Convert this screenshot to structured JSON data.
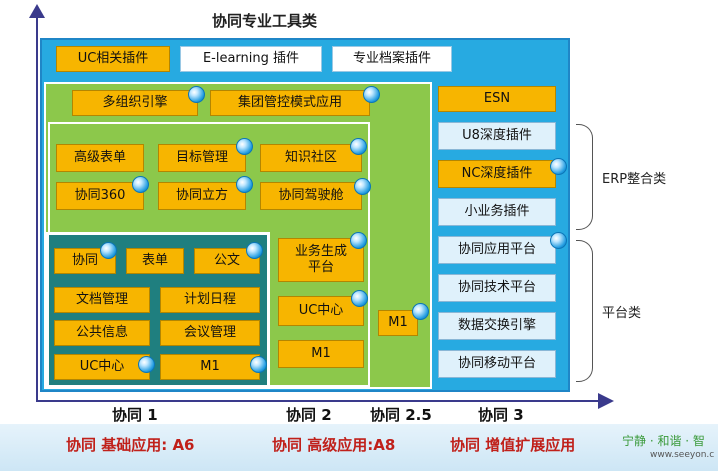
{
  "top_title": "协同专业工具类",
  "top_row": [
    "UC相关插件",
    "E-learning 插件",
    "专业档案插件"
  ],
  "green_top": [
    "多组织引擎",
    "集团管控模式应用"
  ],
  "light_grid": [
    "高级表单",
    "目标管理",
    "知识社区",
    "协同360",
    "协同立方",
    "协同驾驶舱"
  ],
  "teal_grid": {
    "row1": [
      "协同",
      "表单",
      "公文"
    ],
    "row2": [
      "文档管理",
      "计划日程"
    ],
    "row3": [
      "公共信息",
      "会议管理"
    ],
    "row4": [
      "UC中心",
      "M1"
    ]
  },
  "col2": [
    "业务生成平台",
    "UC中心",
    "M1"
  ],
  "col25": "M1",
  "right_col": [
    "ESN",
    "U8深度插件",
    "NC深度插件",
    "小业务插件",
    "协同应用平台",
    "协同技术平台",
    "数据交换引擎",
    "协同移动平台"
  ],
  "side_labels": {
    "erp": "ERP整合类",
    "platform": "平台类"
  },
  "x_labels": [
    "协同 1",
    "协同 2",
    "协同 2.5",
    "协同 3"
  ],
  "footer": {
    "items": [
      "协同 基础应用: A6",
      "协同 高级应用:A8",
      "协同 增值扩展应用"
    ],
    "logo": "宁静 · 和谐 · 智",
    "url": "www.seeyon.c"
  },
  "colors": {
    "yellow": "#f7b500",
    "blue": "#27aae1",
    "green": "#8cc84b",
    "teal": "#1f7f7f",
    "footer_red": "#c0201a"
  },
  "icon": "bubble-icon"
}
